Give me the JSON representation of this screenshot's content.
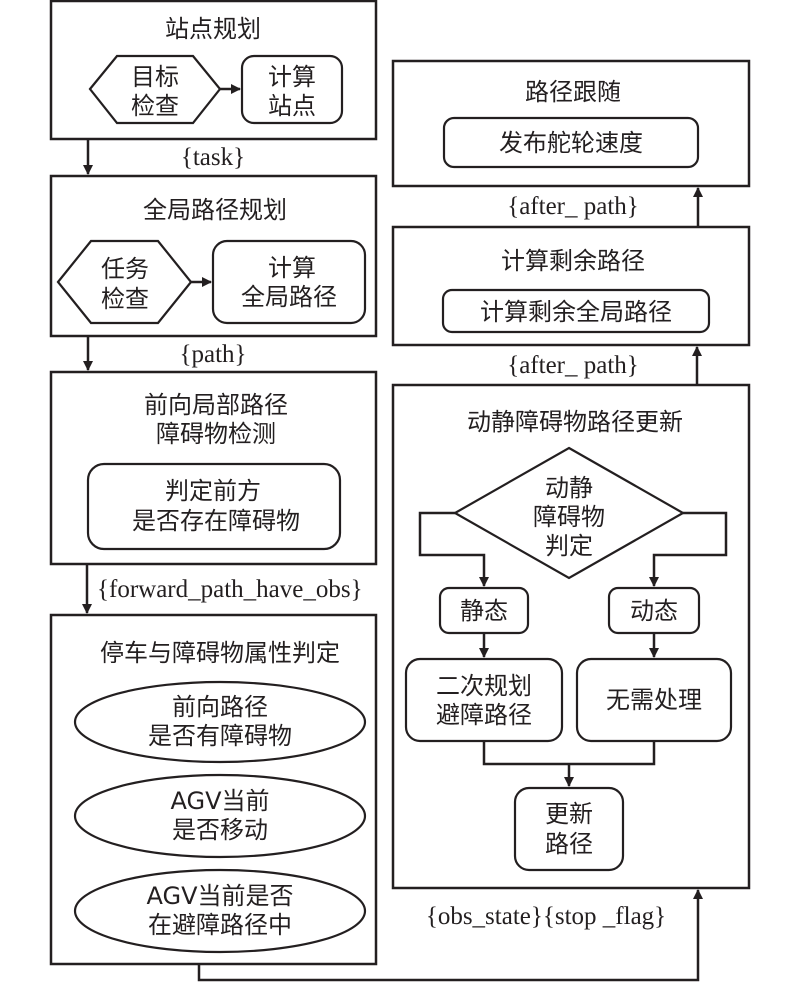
{
  "left_column": {
    "station_planning": {
      "title": "站点规划",
      "check_node": [
        "目标",
        "检查"
      ],
      "compute_node": [
        "计算",
        "站点"
      ]
    },
    "edge_task": "{task}",
    "global_path_planning": {
      "title": "全局路径规划",
      "check_node": [
        "任务",
        "检查"
      ],
      "compute_node": [
        "计算",
        "全局路径"
      ]
    },
    "edge_path": "{path}",
    "forward_obstacle_detection": {
      "title": [
        "前向局部路径",
        "障碍物检测"
      ],
      "judge_node": [
        "判定前方",
        "是否存在障碍物"
      ]
    },
    "edge_forward": "{forward_path_have_obs}",
    "stop_and_attribute": {
      "title": "停车与障碍物属性判定",
      "ellipses": [
        [
          "前向路径",
          "是否有障碍物"
        ],
        [
          "AGV当前",
          "是否移动"
        ],
        [
          "AGV当前是否",
          "在避障路径中"
        ]
      ]
    }
  },
  "right_column": {
    "path_following": {
      "title": "路径跟随",
      "node": "发布舵轮速度"
    },
    "edge_after_path_top": "{after_ path}",
    "remaining_path": {
      "title": "计算剩余路径",
      "node": "计算剩余全局路径"
    },
    "edge_after_path_bottom": "{after_ path}",
    "obstacle_update": {
      "title": "动静障碍物路径更新",
      "decision": [
        "动静",
        "障碍物",
        "判定"
      ],
      "static_label": "静态",
      "dynamic_label": "动态",
      "static_action": [
        "二次规划",
        "避障路径"
      ],
      "dynamic_action": "无需处理",
      "update_node": [
        "更新",
        "路径"
      ]
    },
    "edge_feedback": "{obs_state}{stop _flag}"
  }
}
